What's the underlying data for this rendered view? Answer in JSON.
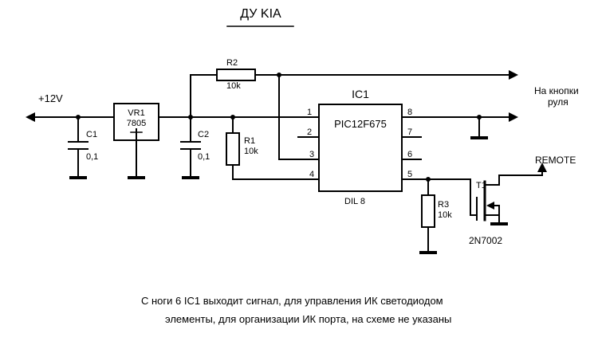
{
  "title": "ДУ KIA",
  "power": {
    "label": "+12V"
  },
  "buttons_output": {
    "line1": "На кнопки",
    "line2": "руля"
  },
  "remote_output": {
    "label": "REMOTE"
  },
  "components": {
    "vr1": {
      "ref": "VR1",
      "part": "7805"
    },
    "c1": {
      "ref": "C1",
      "value": "0,1"
    },
    "c2": {
      "ref": "C2",
      "value": "0,1"
    },
    "r1": {
      "ref": "R1",
      "value": "10k"
    },
    "r2": {
      "ref": "R2",
      "value": "10k"
    },
    "r3": {
      "ref": "R3",
      "value": "10k"
    },
    "ic1": {
      "ref": "IC1",
      "part": "PIC12F675",
      "package": "DIL 8",
      "pins": [
        "1",
        "2",
        "3",
        "4",
        "5",
        "6",
        "7",
        "8"
      ]
    },
    "t1": {
      "ref": "T1",
      "part": "2N7002"
    }
  },
  "note": {
    "line1": "С ноги 6 IC1 выходит сигнал, для управления ИК светодиодом",
    "line2": "элементы, для организации ИК порта, на схеме не указаны"
  }
}
